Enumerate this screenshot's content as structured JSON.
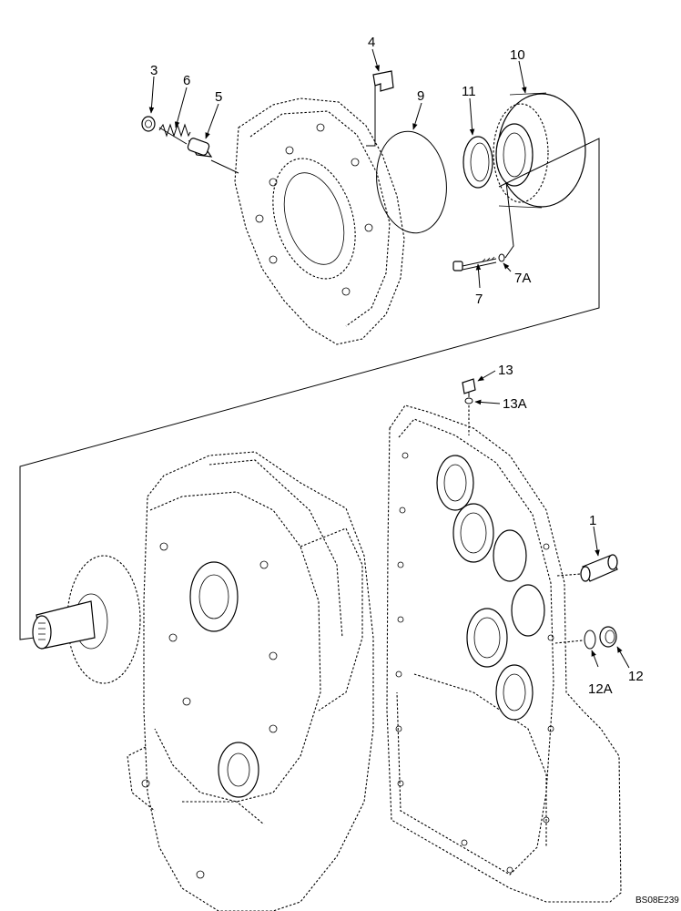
{
  "diagram": {
    "reference_code": "BS08E239",
    "callouts": {
      "c1": "1",
      "c3": "3",
      "c4": "4",
      "c5": "5",
      "c6": "6",
      "c7": "7",
      "c7a": "7A",
      "c9": "9",
      "c10": "10",
      "c11": "11",
      "c12": "12",
      "c12a": "12A",
      "c13": "13",
      "c13a": "13A"
    }
  }
}
